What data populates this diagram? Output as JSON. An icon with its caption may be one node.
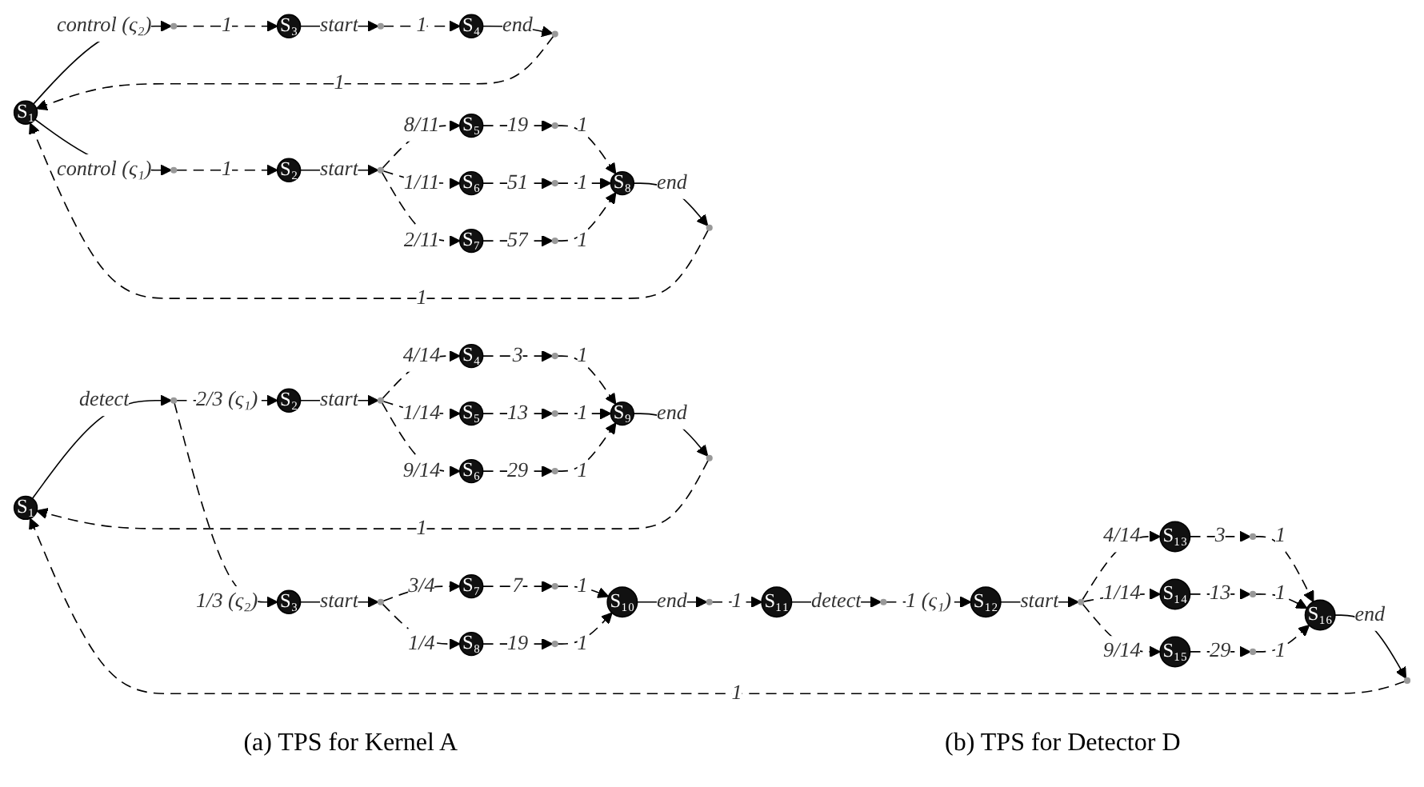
{
  "diagram": {
    "nodes": [
      {
        "text": [
          "S₁"
        ]
      },
      {
        "text": [],
        "shape": "circle"
      },
      {
        "text": [
          "S₂"
        ]
      },
      {
        "text": [],
        "shape": "circle"
      },
      {
        "text": [
          "S₃"
        ]
      },
      {
        "text": [],
        "shape": "circle"
      },
      {
        "text": [
          "S₄"
        ]
      },
      {
        "text": [],
        "shape": "circle"
      },
      {
        "text": [],
        "shape": "circle"
      },
      {
        "text": [
          "S₅"
        ]
      },
      {
        "text": [
          "S₆"
        ]
      },
      {
        "text": [
          "S₇"
        ]
      },
      {
        "text": [],
        "shape": "circle"
      },
      {
        "text": [],
        "shape": "circle"
      },
      {
        "text": [],
        "shape": "circle"
      },
      {
        "text": [
          "S₈"
        ]
      },
      {
        "text": [],
        "shape": "circle"
      },
      {
        "text": [
          "S₁"
        ]
      },
      {
        "text": [],
        "shape": "circle"
      },
      {
        "text": [
          "S₂"
        ]
      },
      {
        "text": [
          "S₃"
        ]
      },
      {
        "text": [],
        "shape": "circle"
      },
      {
        "text": [
          "S₄"
        ]
      },
      {
        "text": [
          "S₅"
        ]
      },
      {
        "text": [
          "S₆"
        ]
      },
      {
        "text": [],
        "shape": "circle"
      },
      {
        "text": [],
        "shape": "circle"
      },
      {
        "text": [],
        "shape": "circle"
      },
      {
        "text": [
          "S₉"
        ]
      },
      {
        "text": [],
        "shape": "circle"
      },
      {
        "text": [],
        "shape": "circle"
      },
      {
        "text": [
          "S₇"
        ]
      },
      {
        "text": [
          "S₈"
        ]
      },
      {
        "text": [],
        "shape": "circle"
      },
      {
        "text": [],
        "shape": "circle"
      },
      {
        "text": [
          "S₁₀"
        ]
      },
      {
        "text": [],
        "shape": "circle"
      },
      {
        "text": [
          "S₁₁"
        ]
      },
      {
        "text": [],
        "shape": "circle"
      },
      {
        "text": [
          "S₁₂"
        ]
      },
      {
        "text": [],
        "shape": "circle"
      },
      {
        "text": [
          "S₁₃"
        ]
      },
      {
        "text": [
          "S₁₄"
        ]
      },
      {
        "text": [
          "S₁₅"
        ]
      },
      {
        "text": [],
        "shape": "circle"
      },
      {
        "text": [],
        "shape": "circle"
      },
      {
        "text": [],
        "shape": "circle"
      },
      {
        "text": [
          "S₁₆"
        ]
      },
      {
        "text": [],
        "shape": "circle"
      }
    ],
    "edges": [
      {
        "from": 0,
        "to": 1,
        "arrow": "to",
        "label": "control (ς₁)"
      },
      {
        "from": 1,
        "to": 2,
        "arrow": "to",
        "label": "1",
        "style": "dashed"
      },
      {
        "from": 0,
        "to": 3,
        "arrow": "to",
        "label": "control (ς₂)"
      },
      {
        "from": 3,
        "to": 4,
        "arrow": "to",
        "label": "1",
        "style": "dashed"
      },
      {
        "from": 4,
        "to": 5,
        "arrow": "to",
        "label": "start"
      },
      {
        "from": 5,
        "to": 6,
        "arrow": "to",
        "label": "1",
        "style": "dashed"
      },
      {
        "from": 6,
        "to": 7,
        "arrow": "to",
        "label": "end"
      },
      {
        "from": 7,
        "to": 0,
        "arrow": "to",
        "label": "1",
        "style": "dashed"
      },
      {
        "from": 2,
        "to": 8,
        "arrow": "to",
        "label": "start"
      },
      {
        "from": 8,
        "to": 9,
        "arrow": "to",
        "label": "8/11",
        "style": "dashed"
      },
      {
        "from": 8,
        "to": 10,
        "arrow": "to",
        "label": "1/11",
        "style": "dashed"
      },
      {
        "from": 8,
        "to": 11,
        "arrow": "to",
        "label": "2/11",
        "style": "dashed"
      },
      {
        "from": 9,
        "to": 12,
        "arrow": "to",
        "label": "19",
        "style": "dashed"
      },
      {
        "from": 10,
        "to": 13,
        "arrow": "to",
        "label": "51",
        "style": "dashed"
      },
      {
        "from": 11,
        "to": 14,
        "arrow": "to",
        "label": "57",
        "style": "dashed"
      },
      {
        "from": 12,
        "to": 15,
        "arrow": "to",
        "label": "1",
        "style": "dashed"
      },
      {
        "from": 13,
        "to": 15,
        "arrow": "to",
        "label": "1",
        "style": "dashed"
      },
      {
        "from": 14,
        "to": 15,
        "arrow": "to",
        "label": "1",
        "style": "dashed"
      },
      {
        "from": 15,
        "to": 16,
        "arrow": "to",
        "label": "end"
      },
      {
        "from": 16,
        "to": 0,
        "arrow": "to",
        "label": "1",
        "style": "dashed"
      },
      {
        "from": 17,
        "to": 18,
        "arrow": "to",
        "label": "detect"
      },
      {
        "from": 18,
        "to": 19,
        "arrow": "to",
        "label": "2/3 (ς₁)",
        "style": "dashed"
      },
      {
        "from": 18,
        "to": 20,
        "arrow": "to",
        "label": "1/3 (ς₂)",
        "style": "dashed"
      },
      {
        "from": 19,
        "to": 21,
        "arrow": "to",
        "label": "start"
      },
      {
        "from": 21,
        "to": 22,
        "arrow": "to",
        "label": "4/14",
        "style": "dashed"
      },
      {
        "from": 21,
        "to": 23,
        "arrow": "to",
        "label": "1/14",
        "style": "dashed"
      },
      {
        "from": 21,
        "to": 24,
        "arrow": "to",
        "label": "9/14",
        "style": "dashed"
      },
      {
        "from": 22,
        "to": 25,
        "arrow": "to",
        "label": "3",
        "style": "dashed"
      },
      {
        "from": 23,
        "to": 26,
        "arrow": "to",
        "label": "13",
        "style": "dashed"
      },
      {
        "from": 24,
        "to": 27,
        "arrow": "to",
        "label": "29",
        "style": "dashed"
      },
      {
        "from": 25,
        "to": 28,
        "arrow": "to",
        "label": "1",
        "style": "dashed"
      },
      {
        "from": 26,
        "to": 28,
        "arrow": "to",
        "label": "1",
        "style": "dashed"
      },
      {
        "from": 27,
        "to": 28,
        "arrow": "to",
        "label": "1",
        "style": "dashed"
      },
      {
        "from": 28,
        "to": 29,
        "arrow": "to",
        "label": "end"
      },
      {
        "from": 29,
        "to": 17,
        "arrow": "to",
        "label": "1",
        "style": "dashed"
      },
      {
        "from": 20,
        "to": 30,
        "arrow": "to",
        "label": "start"
      },
      {
        "from": 30,
        "to": 31,
        "arrow": "to",
        "label": "3/4",
        "style": "dashed"
      },
      {
        "from": 30,
        "to": 32,
        "arrow": "to",
        "label": "1/4",
        "style": "dashed"
      },
      {
        "from": 31,
        "to": 33,
        "arrow": "to",
        "label": "7",
        "style": "dashed"
      },
      {
        "from": 32,
        "to": 34,
        "arrow": "to",
        "label": "19",
        "style": "dashed"
      },
      {
        "from": 33,
        "to": 35,
        "arrow": "to",
        "label": "1",
        "style": "dashed"
      },
      {
        "from": 34,
        "to": 35,
        "arrow": "to",
        "label": "1",
        "style": "dashed"
      },
      {
        "from": 35,
        "to": 36,
        "arrow": "to",
        "label": "end"
      },
      {
        "from": 36,
        "to": 37,
        "arrow": "to",
        "label": "1",
        "style": "dashed"
      },
      {
        "from": 37,
        "to": 38,
        "arrow": "to",
        "label": "detect"
      },
      {
        "from": 38,
        "to": 39,
        "arrow": "to",
        "label": "1 (ς₁)",
        "style": "dashed"
      },
      {
        "from": 39,
        "to": 40,
        "arrow": "to",
        "label": "start"
      },
      {
        "from": 40,
        "to": 41,
        "arrow": "to",
        "label": "4/14",
        "style": "dashed"
      },
      {
        "from": 40,
        "to": 42,
        "arrow": "to",
        "label": "1/14",
        "style": "dashed"
      },
      {
        "from": 40,
        "to": 43,
        "arrow": "to",
        "label": "9/14",
        "style": "dashed"
      },
      {
        "from": 41,
        "to": 44,
        "arrow": "to",
        "label": "3",
        "style": "dashed"
      },
      {
        "from": 42,
        "to": 45,
        "arrow": "to",
        "label": "13",
        "style": "dashed"
      },
      {
        "from": 43,
        "to": 46,
        "arrow": "to",
        "label": "29",
        "style": "dashed"
      },
      {
        "from": 44,
        "to": 47,
        "arrow": "to",
        "label": "1",
        "style": "dashed"
      },
      {
        "from": 45,
        "to": 47,
        "arrow": "to",
        "label": "1",
        "style": "dashed"
      },
      {
        "from": 46,
        "to": 47,
        "arrow": "to",
        "label": "1",
        "style": "dashed"
      },
      {
        "from": 47,
        "to": 48,
        "arrow": "to",
        "label": "end"
      },
      {
        "from": 48,
        "to": 17,
        "arrow": "to",
        "label": "1",
        "style": "dashed"
      }
    ],
    "labels": [
      "(a) TPS for Kernel A",
      "(b) TPS for Detector D"
    ]
  }
}
